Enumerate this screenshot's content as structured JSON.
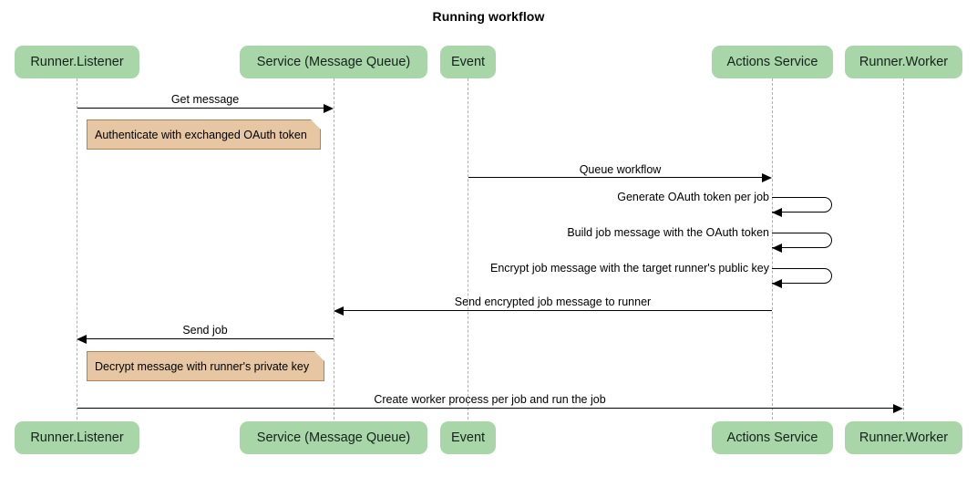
{
  "title": "Running workflow",
  "colors": {
    "participant_fill": "#a9d6a9",
    "note_fill": "#e6c6a3",
    "note_border": "#b08355",
    "line": "#000000",
    "lifeline": "#b0b0b0",
    "background": "#ffffff"
  },
  "participants": [
    {
      "id": "runner-listener",
      "label": "Runner.Listener"
    },
    {
      "id": "service-message-queue",
      "label": "Service (Message Queue)"
    },
    {
      "id": "event",
      "label": "Event"
    },
    {
      "id": "actions-service",
      "label": "Actions Service"
    },
    {
      "id": "runner-worker",
      "label": "Runner.Worker"
    }
  ],
  "messages": [
    {
      "id": "get-message",
      "label": "Get message",
      "from": "runner-listener",
      "to": "service-message-queue",
      "kind": "call",
      "direction": "right"
    },
    {
      "id": "queue-workflow",
      "label": "Queue workflow",
      "from": "event",
      "to": "actions-service",
      "kind": "call",
      "direction": "right"
    },
    {
      "id": "generate-oauth-token-per-job",
      "label": "Generate OAuth token per job",
      "from": "actions-service",
      "to": "actions-service",
      "kind": "self",
      "direction": "left"
    },
    {
      "id": "build-job-message-with-the-oauth-token",
      "label": "Build job message with the OAuth token",
      "from": "actions-service",
      "to": "actions-service",
      "kind": "self",
      "direction": "left"
    },
    {
      "id": "encrypt-job-message-with-the-target-runners-public-key",
      "label": "Encrypt job message with the target runner's public key",
      "from": "actions-service",
      "to": "actions-service",
      "kind": "self",
      "direction": "left"
    },
    {
      "id": "send-encrypted-job-message-to-runner",
      "label": "Send encrypted job message to runner",
      "from": "actions-service",
      "to": "service-message-queue",
      "kind": "call",
      "direction": "left"
    },
    {
      "id": "send-job",
      "label": "Send job",
      "from": "service-message-queue",
      "to": "runner-listener",
      "kind": "call",
      "direction": "left"
    },
    {
      "id": "create-worker-process-per-job-and-run-the-job",
      "label": "Create worker process per job and run the job",
      "from": "runner-listener",
      "to": "runner-worker",
      "kind": "call",
      "direction": "right"
    }
  ],
  "notes": [
    {
      "id": "note-authenticate",
      "label": "Authenticate with exchanged OAuth token",
      "over": "runner-listener"
    },
    {
      "id": "note-decrypt",
      "label": "Decrypt message with runner's private key",
      "over": "runner-listener"
    }
  ]
}
